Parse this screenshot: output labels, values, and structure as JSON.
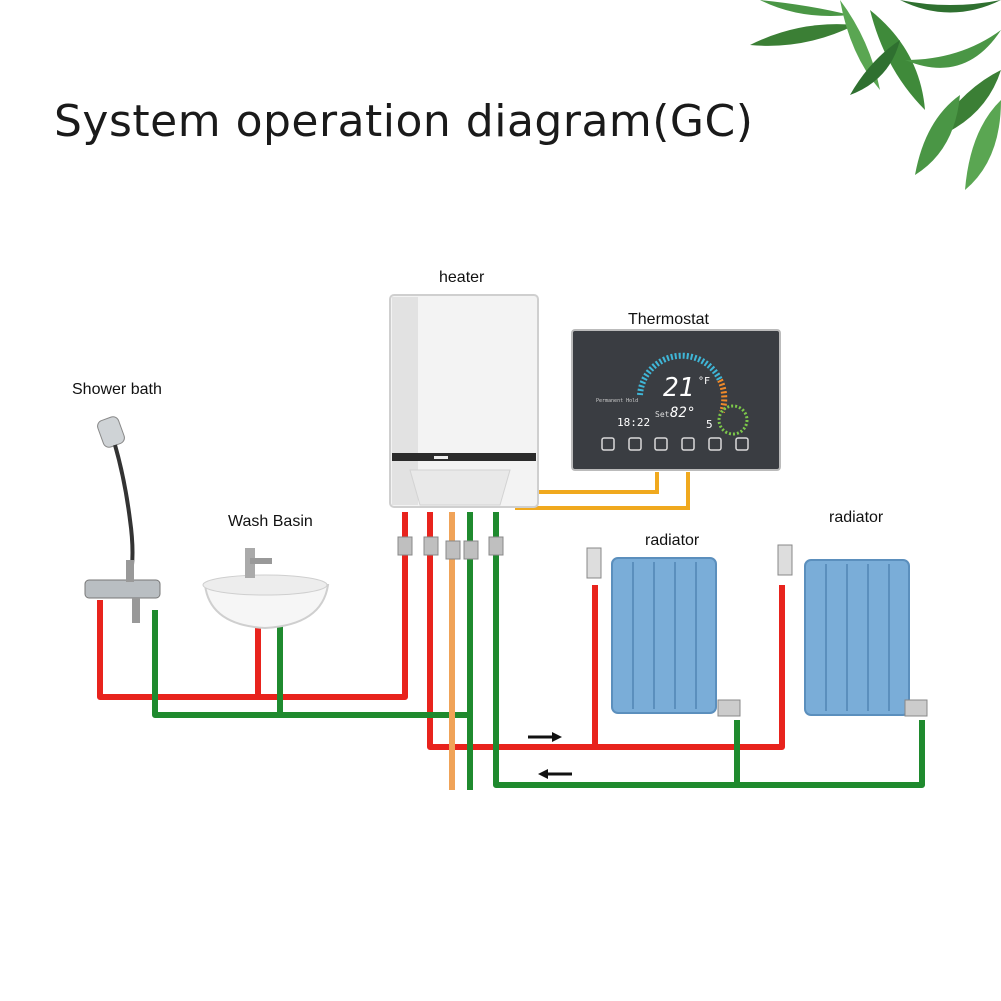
{
  "title": "System operation diagram(GC)",
  "labels": {
    "heater": "heater",
    "thermostat": "Thermostat",
    "shower": "Shower bath",
    "basin": "Wash Basin",
    "radiator_left": "radiator",
    "radiator_right": "radiator"
  },
  "thermostat_display": {
    "temperature": "21",
    "unit": "°F",
    "set_label": "Set",
    "set_temp": "82°",
    "time": "18:22",
    "mode": "Permanent Hold",
    "fan": "5"
  },
  "colors": {
    "hot_pipe": "#e8231d",
    "return_pipe": "#1f8a2e",
    "gas_pipe": "#f0a358",
    "signal_wire": "#f0a91e",
    "radiator": "#6fa6d6"
  },
  "icons": [
    "leaf-decoration",
    "shower-head-icon",
    "basin-icon",
    "boiler-icon",
    "thermostat-icon",
    "radiator-icon",
    "flow-arrow-right",
    "flow-arrow-left"
  ]
}
